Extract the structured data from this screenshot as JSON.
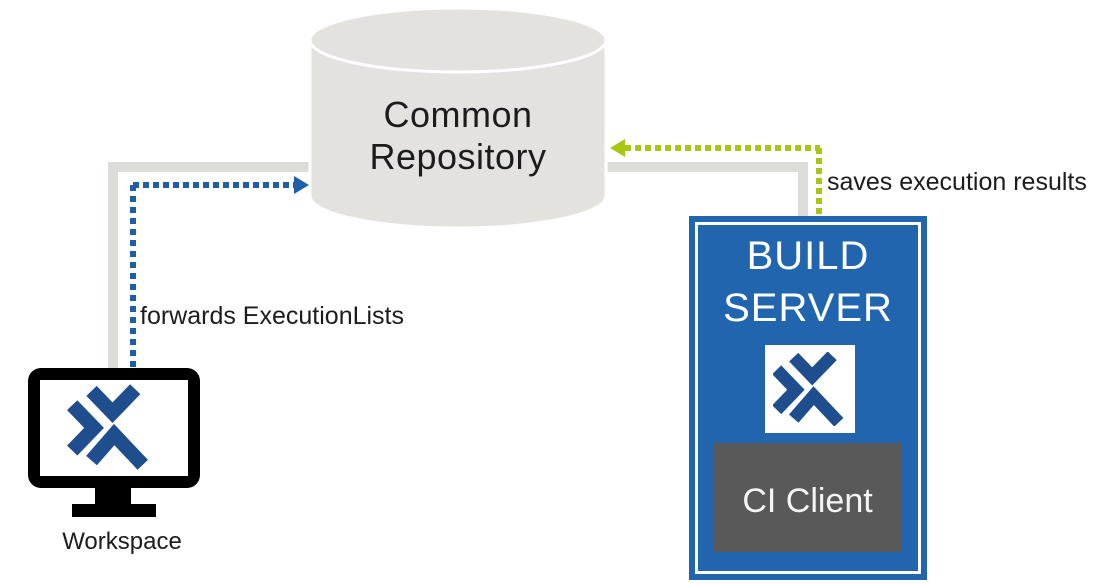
{
  "diagram": {
    "repository": {
      "icon": "database-cylinder",
      "name_line1": "Common",
      "name_line2": "Repository"
    },
    "workspace": {
      "icon": "monitor-with-tosca-logo",
      "label": "Workspace"
    },
    "build_server": {
      "icon": "tosca-logo",
      "name_line1": "BUILD",
      "name_line2": "SERVER",
      "ci_client": {
        "label": "CI Client"
      }
    },
    "edges": {
      "forwards_execution_lists": {
        "label": "forwards ExecutionLists",
        "from": "Workspace",
        "to": "Common Repository",
        "style": "dotted-arrow"
      },
      "saves_execution_results": {
        "label": "saves execution results",
        "from": "BUILD SERVER",
        "to": "Common Repository",
        "style": "dotted-arrow"
      }
    },
    "colors": {
      "text_color": "#1c1c1c",
      "cylinder_fill": "#e3e2df",
      "connector_gray": "#dcdcd9",
      "arrow_blue": "#1f5fa9",
      "arrow_green": "#a8c613",
      "build_server_blue": "#2165ae",
      "logo_navy": "#1e4e8e",
      "ci_client_gray": "#595959"
    }
  }
}
